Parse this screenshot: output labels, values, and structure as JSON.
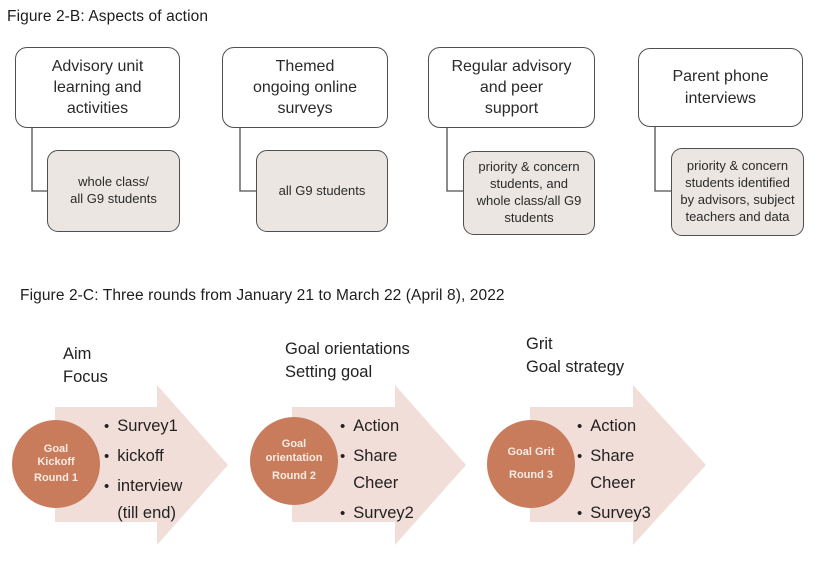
{
  "figure_2b": {
    "title": "Figure 2-B: Aspects of action",
    "columns": [
      {
        "main": "Advisory unit\nlearning and\nactivities",
        "sub": "whole class/\nall G9 students"
      },
      {
        "main": "Themed\nongoing online\nsurveys",
        "sub": "all G9 students"
      },
      {
        "main": "Regular advisory\nand peer\nsupport",
        "sub": "priority & concern\nstudents, and\nwhole class/all G9\nstudents"
      },
      {
        "main": "Parent phone\ninterviews",
        "sub": "priority & concern\nstudents identified\nby advisors, subject\nteachers and data"
      }
    ]
  },
  "figure_2c": {
    "title": "Figure 2-C: Three rounds from January 21 to March 22 (April 8), 2022",
    "rounds": [
      {
        "header": "Aim\nFocus",
        "circle_top": "Goal\nKickoff",
        "circle_round": "Round 1",
        "bullets": [
          "Survey1",
          "kickoff",
          "interview\n(till end)"
        ]
      },
      {
        "header": "Goal orientations\nSetting goal",
        "circle_top": "Goal\norientation",
        "circle_round": "Round 2",
        "bullets": [
          "Action",
          "Share\nCheer",
          "Survey2"
        ]
      },
      {
        "header": "Grit\nGoal strategy",
        "circle_top": "Goal Grit",
        "circle_round": "Round 3",
        "bullets": [
          "Action",
          "Share\nCheer",
          "Survey3"
        ]
      }
    ]
  },
  "colors": {
    "circle_fill": "#c87c5b",
    "circle_text": "#f8ebe3",
    "arrow_fill": "#f2ded8",
    "sub_box_fill": "#ebe6e2",
    "box_border": "#4f4f4f",
    "text": "#262626"
  }
}
